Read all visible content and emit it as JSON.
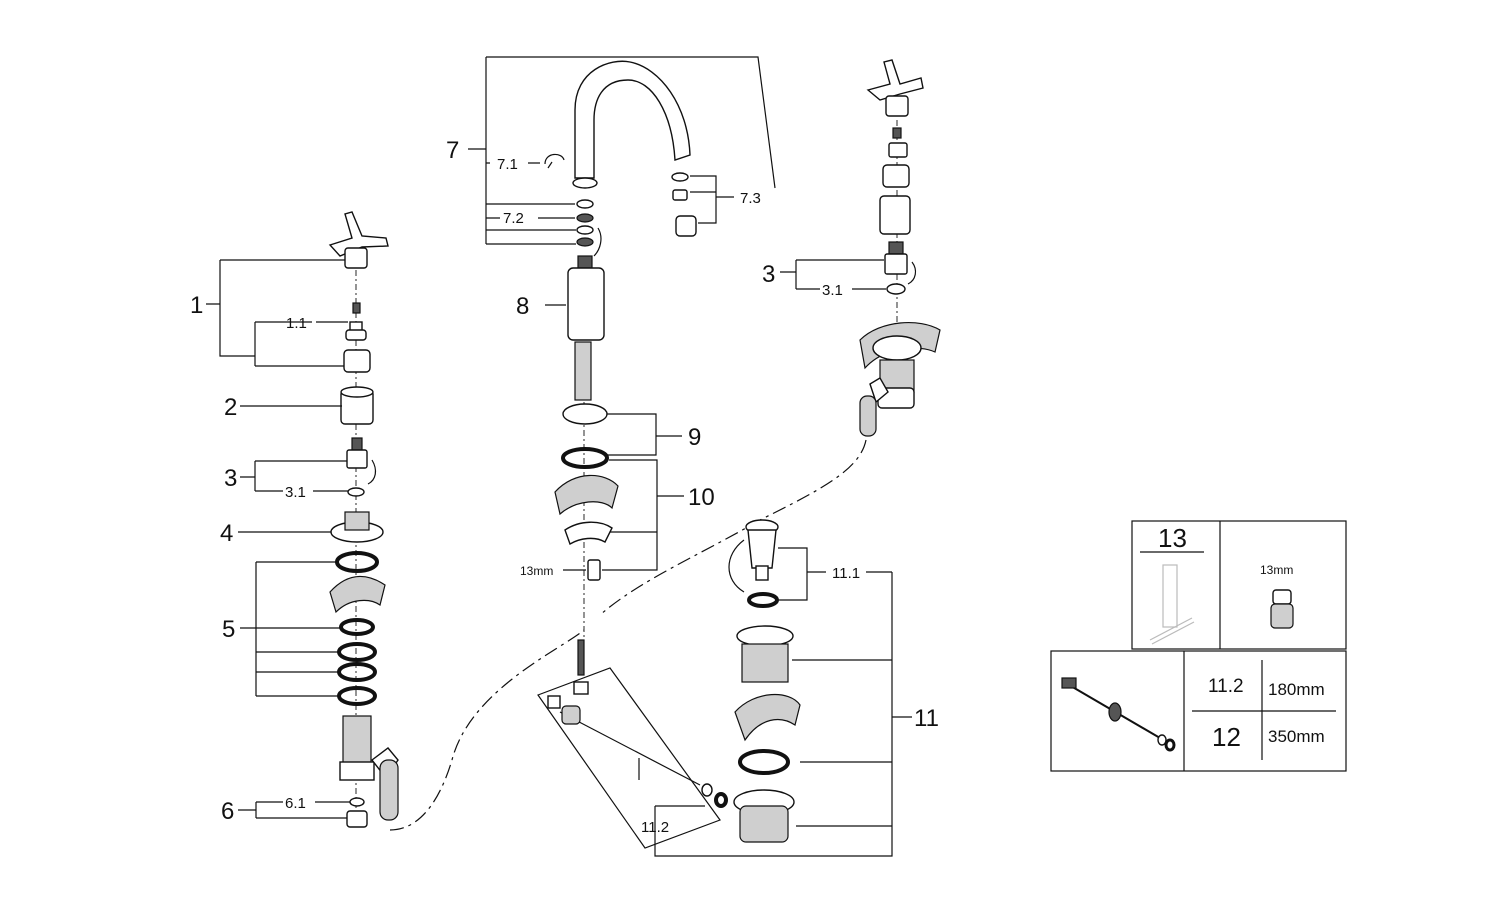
{
  "callouts": {
    "c1": "1",
    "c1_1": "1.1",
    "c2": "2",
    "c3_left": "3",
    "c3_1_left": "3.1",
    "c4": "4",
    "c5": "5",
    "c6": "6",
    "c6_1": "6.1",
    "c7": "7",
    "c7_1": "7.1",
    "c7_2": "7.2",
    "c7_3": "7.3",
    "c8": "8",
    "c9": "9",
    "c10": "10",
    "c10_size": "13mm",
    "c3_right": "3",
    "c3_1_right": "3.1",
    "c11": "11",
    "c11_1": "11.1",
    "c11_2": "11.2"
  },
  "inset_tool": {
    "number": "13",
    "size": "13mm"
  },
  "inset_rods": {
    "rows": [
      {
        "part": "11.2",
        "length": "180mm"
      },
      {
        "part": "12",
        "length": "350mm"
      }
    ]
  }
}
